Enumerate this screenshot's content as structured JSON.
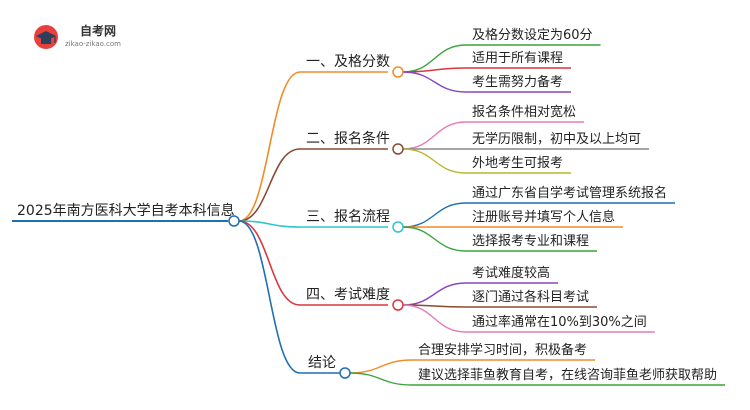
{
  "logo": {
    "title": "自考网",
    "subtitle": "zikao-zikao.com",
    "icon": "graduation-cap-icon",
    "colors": {
      "circle": "#e8413c",
      "cap": "#2e3f5c"
    }
  },
  "root": {
    "label": "2025年南方医科大学自考本科信息",
    "color": "#1f6fb4"
  },
  "branches": [
    {
      "label": "一、及格分数",
      "color": "#f08c2a",
      "leaves": [
        {
          "label": "及格分数设定为60分",
          "color": "#3aa33a"
        },
        {
          "label": "适用于所有课程",
          "color": "#d9363e"
        },
        {
          "label": "考生需努力备考",
          "color": "#8a45c2"
        }
      ]
    },
    {
      "label": "二、报名条件",
      "color": "#8b4a32",
      "leaves": [
        {
          "label": "报名条件相对宽松",
          "color": "#e87ab5"
        },
        {
          "label": "无学历限制，初中及以上均可",
          "color": "#888888"
        },
        {
          "label": "外地考生可报考",
          "color": "#b6b82a"
        }
      ]
    },
    {
      "label": "三、报名流程",
      "color": "#2ec5cc",
      "leaves": [
        {
          "label": "通过广东省自学考试管理系统报名",
          "color": "#1f6fb4"
        },
        {
          "label": "注册账号并填写个人信息",
          "color": "#f08c2a"
        },
        {
          "label": "选择报考专业和课程",
          "color": "#3aa33a"
        }
      ]
    },
    {
      "label": "四、考试难度",
      "color": "#d9363e",
      "leaves": [
        {
          "label": "考试难度较高",
          "color": "#8a45c2"
        },
        {
          "label": "逐门通过各科目考试",
          "color": "#8b4a32"
        },
        {
          "label": "通过率通常在10%到30%之间",
          "color": "#e87ab5"
        }
      ]
    },
    {
      "label": "结论",
      "color": "#1f6fb4",
      "leaves": [
        {
          "label": "合理安排学习时间，积极备考",
          "color": "#f08c2a"
        },
        {
          "label": "建议选择菲鱼教育自考，在线咨询菲鱼老师获取帮助",
          "color": "#3aa33a"
        }
      ]
    }
  ]
}
